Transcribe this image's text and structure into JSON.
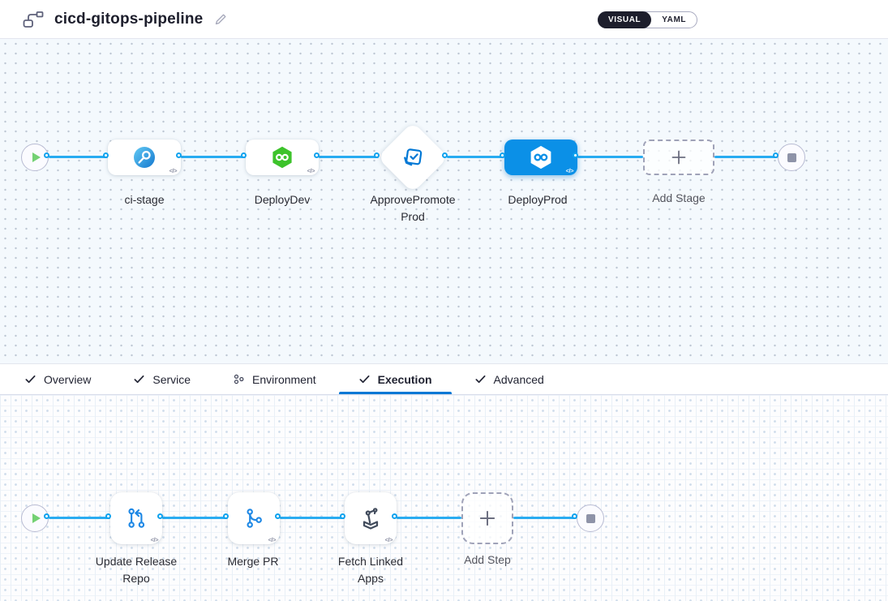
{
  "header": {
    "title": "cicd-gitops-pipeline",
    "toggle": {
      "visual": "VISUAL",
      "yaml": "YAML"
    }
  },
  "icons": {
    "pipeline": "pipeline-icon",
    "edit": "edit-pencil-icon",
    "code": "</>",
    "start": "play-icon",
    "end": "stop-icon",
    "add": "plus-icon"
  },
  "pipeline": {
    "stages": [
      {
        "label": "ci-stage",
        "type": "ci-build"
      },
      {
        "label": "DeployDev",
        "type": "cd-deploy"
      },
      {
        "label": "ApprovePromoteProd",
        "type": "approval"
      },
      {
        "label": "DeployProd",
        "type": "cd-deploy",
        "selected": true
      },
      {
        "label": "Add Stage",
        "type": "add-stage"
      }
    ]
  },
  "tabs": [
    {
      "label": "Overview",
      "icon": "check",
      "active": false
    },
    {
      "label": "Service",
      "icon": "check",
      "active": false
    },
    {
      "label": "Environment",
      "icon": "nodes",
      "active": false
    },
    {
      "label": "Execution",
      "icon": "check",
      "active": true
    },
    {
      "label": "Advanced",
      "icon": "check",
      "active": false
    }
  ],
  "execution": {
    "steps": [
      {
        "label": "Update Release Repo",
        "type": "git-update"
      },
      {
        "label": "Merge PR",
        "type": "git-merge"
      },
      {
        "label": "Fetch Linked Apps",
        "type": "fetch-apps"
      },
      {
        "label": "Add Step",
        "type": "add-step"
      }
    ]
  },
  "colors": {
    "accent_blue": "#0b90e7",
    "edge_blue": "#29acf1",
    "cd_green": "#3dc32b",
    "dark_navy": "#1d1e2c",
    "tab_underline": "#0278d5"
  }
}
